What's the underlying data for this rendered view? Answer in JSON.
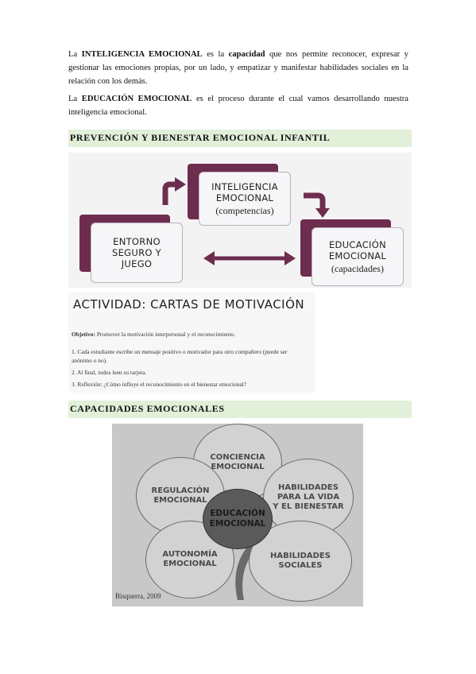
{
  "intro": {
    "p1_prefix": "La ",
    "p1_term": "INTELIGENCIA EMOCIONAL",
    "p1_mid": " es la ",
    "p1_key": "capacidad",
    "p1_rest": " que nos permite reconocer, expresar y gestionar las emociones propias, por un lado, y empatizar y manifestar habilidades sociales en la relación con los demás.",
    "p2_prefix": "La ",
    "p2_term": "EDUCACIÓN EMOCIONAL",
    "p2_rest": " es el proceso durante el cual vamos desarrollando nuestra inteligencia emocional."
  },
  "section1": {
    "heading": "PREVENCIÓN Y BIENESTAR EMOCIONAL INFANTIL"
  },
  "cycle": {
    "top": {
      "line1": "INTELIGENCIA",
      "line2": "EMOCIONAL",
      "sub": "(competencias)"
    },
    "left": {
      "line1": "ENTORNO",
      "line2": "SEGURO Y",
      "line3": "JUEGO"
    },
    "right": {
      "line1": "EDUCACIÓN",
      "line2": "EMOCIONAL",
      "sub": "(capacidades)"
    },
    "arrow_color": "#6e2d4f"
  },
  "activity": {
    "title": "ACTIVIDAD: CARTAS DE MOTIVACIÓN",
    "objective_label": "Objetivo:",
    "objective": " Promover la motivación interpersonal y el reconocimiento.",
    "step1a": "1. Cada estudiante escribe un mensaje positivo o motivador para otro compañero (puede ser",
    "step1b": "anónimo o no).",
    "step2": "2. Al final, todos leen su tarjeta.",
    "step3": "3. Reflexión: ¿Cómo influye el reconocimiento en el bienestar emocional?"
  },
  "section2": {
    "heading": "CAPACIDADES EMOCIONALES"
  },
  "flower": {
    "conciencia": [
      "CONCIENCIA",
      "EMOCIONAL"
    ],
    "regulacion": [
      "REGULACIÓN",
      "EMOCIONAL"
    ],
    "habilidades_vida": [
      "HABILIDADES",
      "PARA LA VIDA",
      "Y EL BIENESTAR"
    ],
    "autonomia": [
      "AUTONOMÍA",
      "EMOCIONAL"
    ],
    "habilidades_sociales": [
      "HABILIDADES",
      "SOCIALES"
    ],
    "centro": [
      "EDUCACIÓN",
      "EMOCIONAL"
    ],
    "credit": "Bisquerra, 2009"
  }
}
